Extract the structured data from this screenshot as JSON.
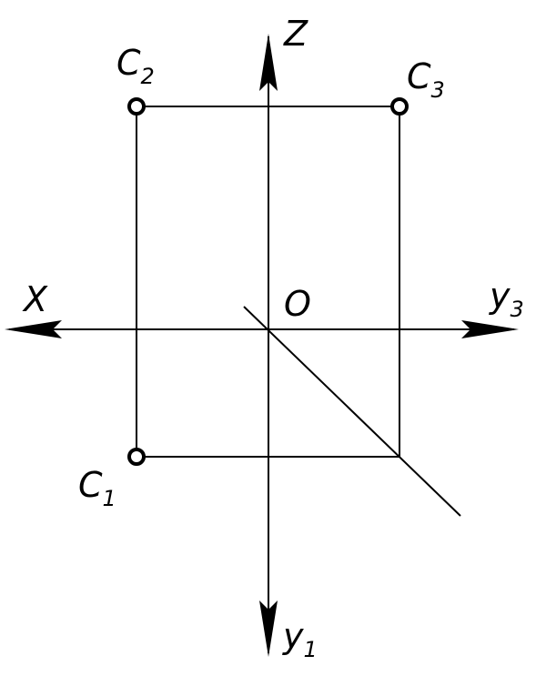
{
  "axes": {
    "x": "X",
    "z": "Z",
    "origin": "O",
    "y3": {
      "base": "y",
      "sub": "3"
    },
    "y1": {
      "base": "y",
      "sub": "1"
    }
  },
  "points": {
    "c1": {
      "base": "C",
      "sub": "1"
    },
    "c2": {
      "base": "C",
      "sub": "2"
    },
    "c3": {
      "base": "C",
      "sub": "3"
    }
  },
  "colors": {
    "stroke": "#000000",
    "background": "#ffffff"
  }
}
